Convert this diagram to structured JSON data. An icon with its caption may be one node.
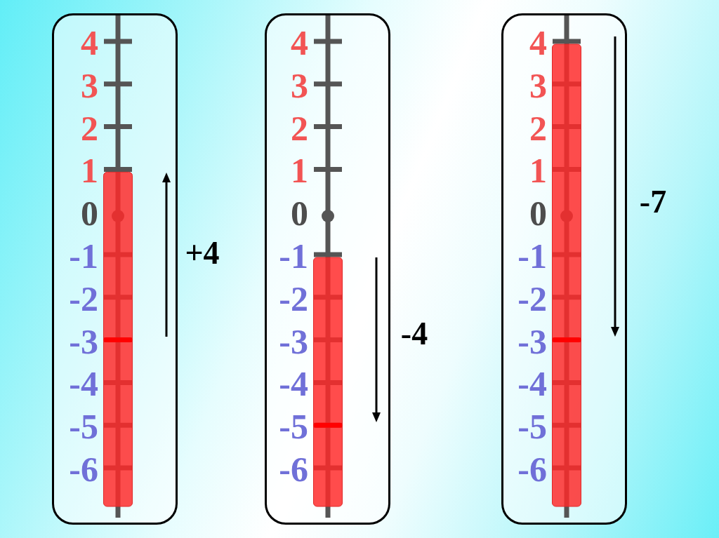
{
  "diagram": {
    "nodes": [
      {
        "text": [
          "4",
          "3",
          "2",
          "1",
          "0",
          "-1",
          "-2",
          "-3",
          "-4",
          "-5",
          "-6"
        ],
        "beside": [
          "+4"
        ]
      },
      {
        "text": [
          "4",
          "3",
          "2",
          "1",
          "0",
          "-1",
          "-2",
          "-3",
          "-4",
          "-5",
          "-6"
        ],
        "beside": [
          "-4"
        ]
      },
      {
        "text": [
          "4",
          "3",
          "2",
          "1",
          "0",
          "-1",
          "-2",
          "-3",
          "-4",
          "-5",
          "-6"
        ],
        "beside": [
          "-7"
        ]
      }
    ]
  }
}
